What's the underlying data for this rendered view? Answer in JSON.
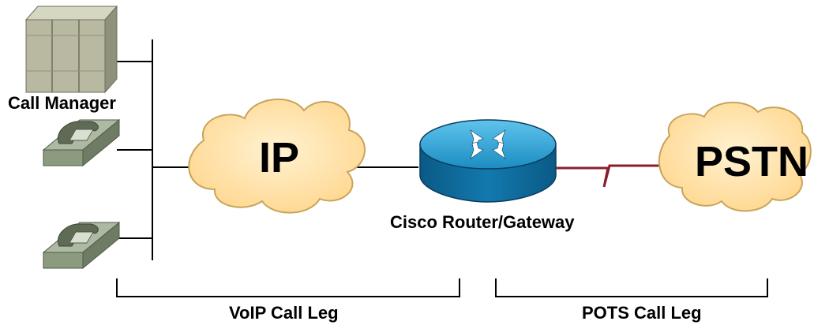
{
  "labels": {
    "call_manager": "Call Manager",
    "ip_cloud": "IP",
    "pstn_cloud": "PSTN",
    "router": "Cisco Router/Gateway",
    "voip_leg": "VoIP Call Leg",
    "pots_leg": "POTS Call Leg"
  },
  "colors": {
    "cloud_fill": "#FFE3A8",
    "cloud_edge": "#C8A45C",
    "router_top": "#2FA4D6",
    "router_body": "#0E6E9E",
    "router_edge": "#0A3D5C",
    "phone": "#8C9A80",
    "server": "#B8B9A0",
    "pstn_link": "#8B1E2E",
    "line": "#000000"
  },
  "icons": [
    "server-icon",
    "ip-phone-icon",
    "ip-phone-icon",
    "cloud-icon",
    "router-icon",
    "cloud-icon"
  ]
}
